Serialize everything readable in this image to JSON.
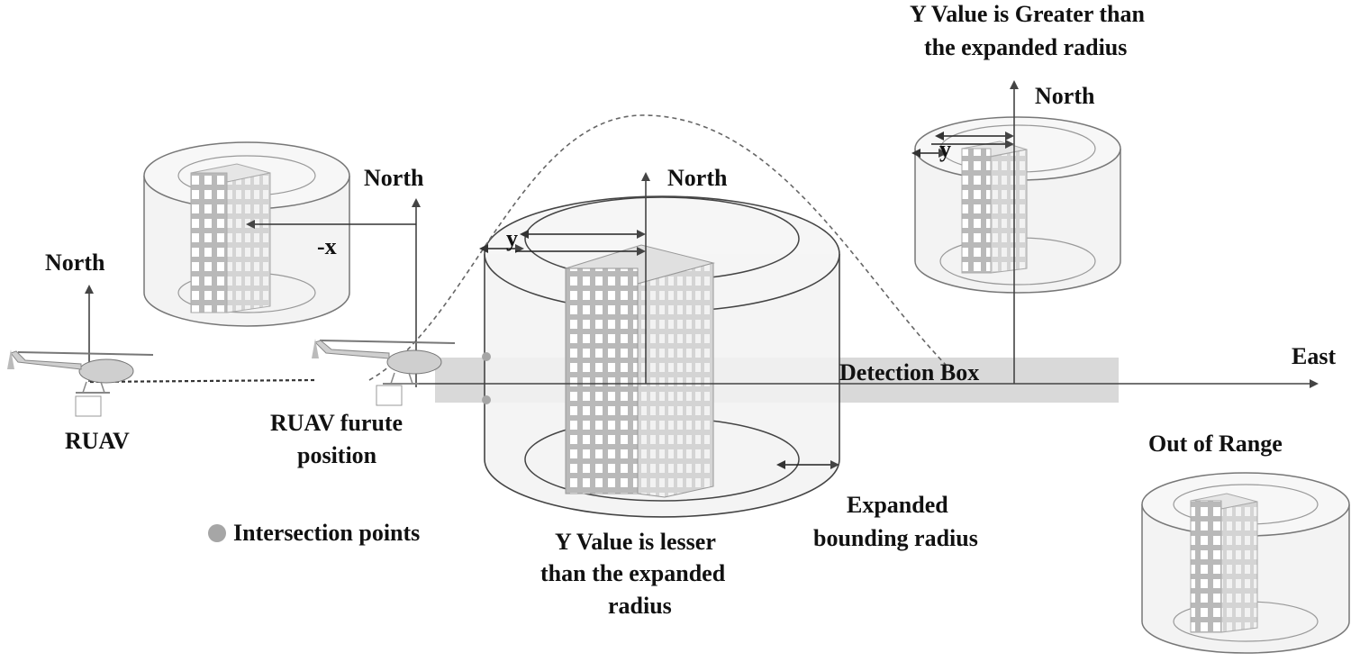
{
  "labels": {
    "north_1": "North",
    "north_2": "North",
    "north_3": "North",
    "north_4": "North",
    "east": "East",
    "ruav": "RUAV",
    "ruav_future_line1": "RUAV furute",
    "ruav_future_line2": "position",
    "neg_x": "-x",
    "y_center": "y",
    "y_right": "y",
    "detection_box": "Detection Box",
    "y_greater_line1": "Y Value is Greater than",
    "y_greater_line2": "the expanded radius",
    "out_of_range": "Out of Range",
    "y_lesser_line1": "Y Value is lesser",
    "y_lesser_line2": "than the expanded",
    "y_lesser_line3": "radius",
    "expanded_line1": "Expanded",
    "expanded_line2": "bounding radius",
    "legend_intersection": "Intersection points"
  },
  "colors": {
    "detection_box": "#d9d9d9",
    "intersection_point": "#a6a6a6",
    "building_face": "#c8c8c8",
    "building_window": "#ffffff",
    "line": "#333333"
  }
}
